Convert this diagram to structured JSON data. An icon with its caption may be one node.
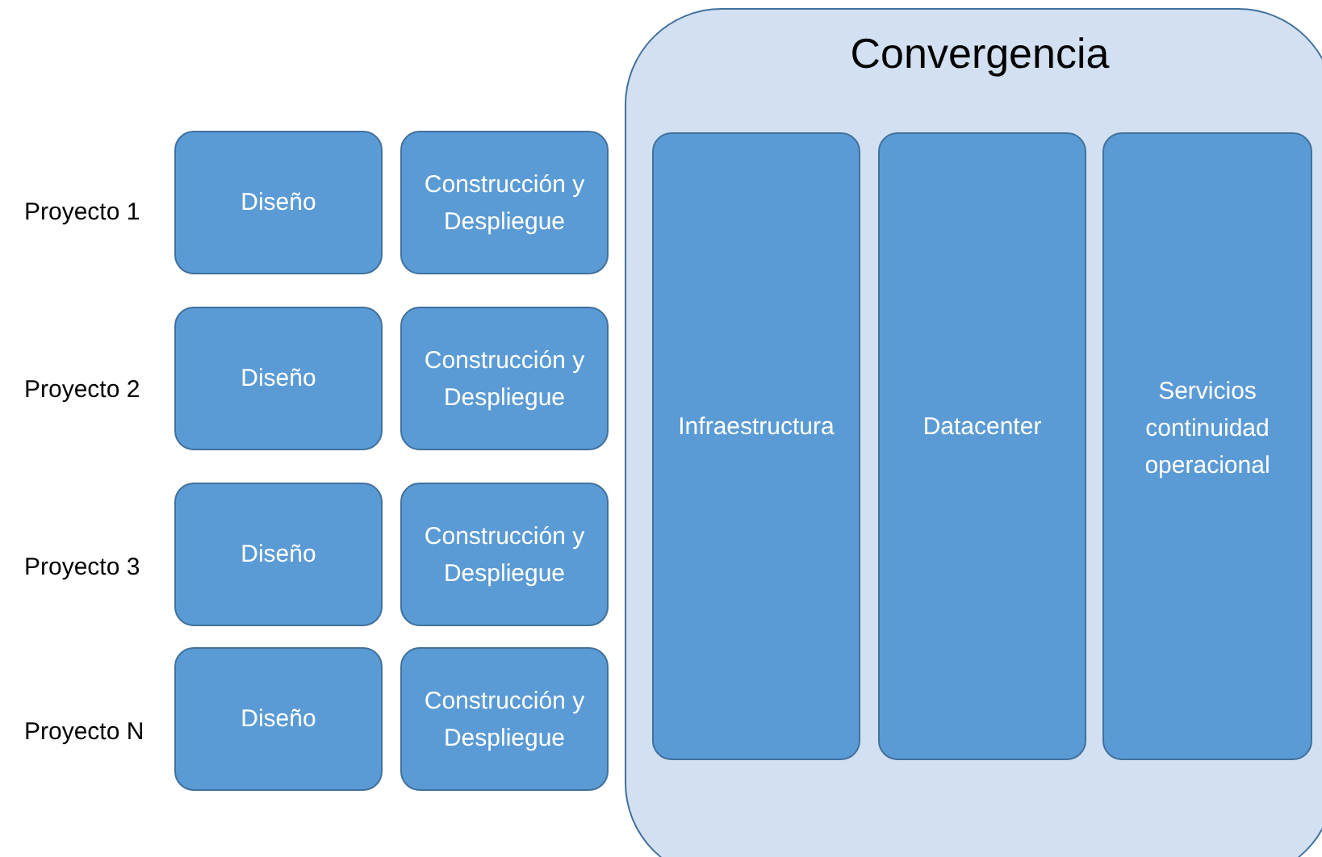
{
  "diagram": {
    "nodes": [
      {
        "text": [
          "Convergencia"
        ]
      },
      {
        "text": [
          "Infraestructura"
        ],
        "in": 0
      },
      {
        "text": [
          "Datacenter"
        ],
        "in": 0
      },
      {
        "text": [
          "Servicios continuidad operacional"
        ],
        "in": 0
      },
      {
        "text": [
          "Diseño"
        ]
      },
      {
        "text": [
          "Construcción y Despliegue"
        ]
      },
      {
        "text": [
          "Diseño"
        ]
      },
      {
        "text": [
          "Construcción y Despliegue"
        ]
      },
      {
        "text": [
          "Diseño"
        ]
      },
      {
        "text": [
          "Construcción y Despliegue"
        ]
      },
      {
        "text": [
          "Diseño"
        ]
      },
      {
        "text": [
          "Construcción y Despliegue"
        ]
      }
    ],
    "labels": [
      "Proyecto 1",
      "Proyecto 2",
      "Proyecto 3",
      "Proyecto N"
    ]
  }
}
